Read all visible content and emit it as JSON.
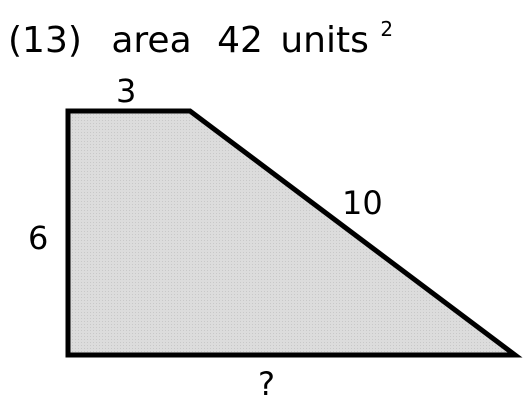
{
  "problem": {
    "number": "(13)",
    "area_word": "area",
    "area_value": "42",
    "unit": "units",
    "exponent": "2"
  },
  "figure": {
    "shape": "right trapezoid",
    "top_label": "3",
    "left_label": "6",
    "slant_label": "10",
    "bottom_label": "?",
    "fill_color": "#d9d9d9",
    "stroke_color": "#000000"
  }
}
